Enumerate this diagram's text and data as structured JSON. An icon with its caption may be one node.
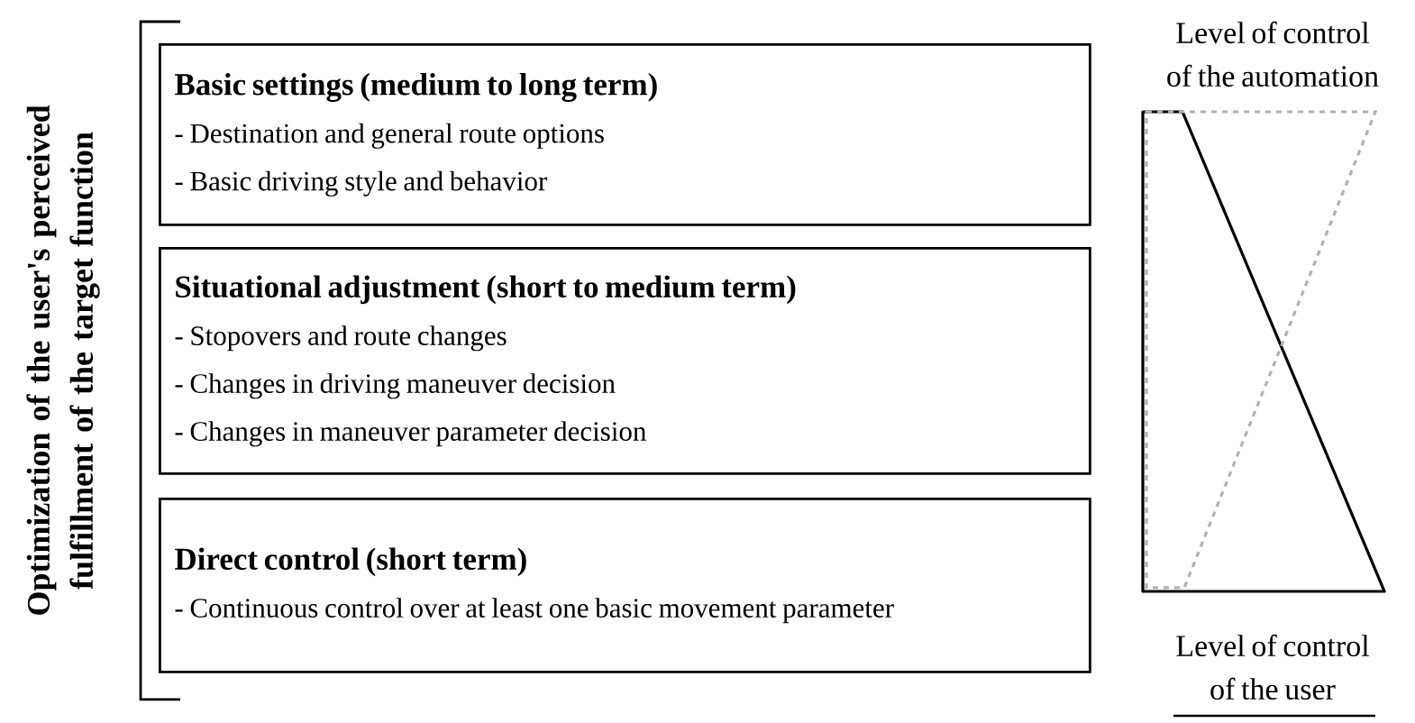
{
  "diagram": {
    "nodes": [
      {
        "text": [
          "Basic settings (medium to long term)",
          "- Destination and general route options",
          "- Basic driving style and behavior"
        ]
      },
      {
        "text": [
          "Situational adjustment (short to medium term)",
          "- Stopovers and route changes",
          "- Changes in driving maneuver decision",
          "- Changes in maneuver parameter decision"
        ]
      },
      {
        "text": [
          "Direct control (short term)",
          "- Continuous control over at least one basic movement parameter"
        ]
      }
    ],
    "labels": [
      "Optimization of the user's perceived fulfillment of the target function",
      "Level of control of the automation",
      "Level of control of the user"
    ]
  }
}
